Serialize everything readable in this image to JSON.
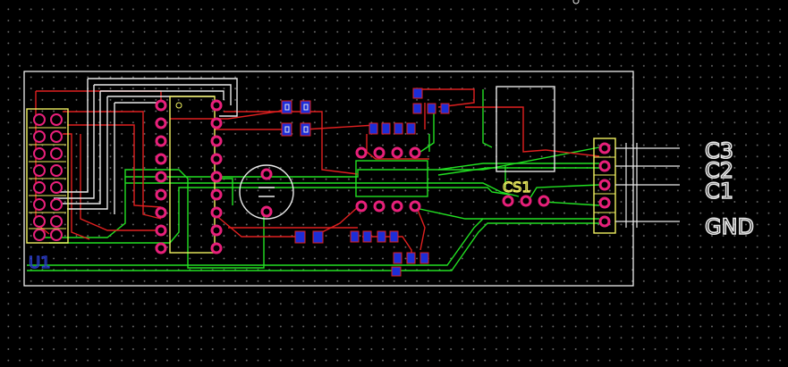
{
  "board": {
    "connector_labels": [
      "C3",
      "C2",
      "C1",
      "GND"
    ],
    "pot_label": "CS1",
    "part_ref": "U1",
    "colors": {
      "background": "#000000",
      "outline": "#ffffff",
      "top_copper": "#e02020",
      "bottom_copper": "#20e020",
      "pad": "#e8207a",
      "smd_pad": "#2030d0",
      "silkscreen": "#ffff60"
    }
  }
}
